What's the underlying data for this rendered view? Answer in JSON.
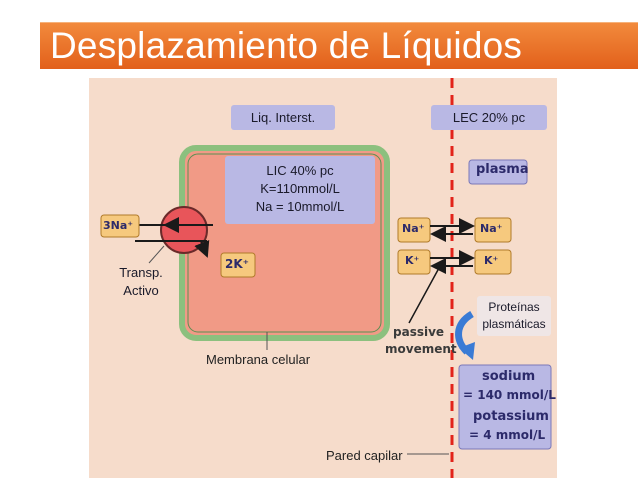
{
  "title": "Desplazamiento de Líquidos",
  "labels": {
    "liq_interst": "Liq. Interst.",
    "lec": "LEC 20% pc",
    "lic_line1": "LIC 40% pc",
    "lic_line2": "K=110mmol/L",
    "lic_line3": "Na = 10mmol/L",
    "transp_line1": "Transp.",
    "transp_line2": "Activo",
    "membrana": "Membrana celular",
    "pared": "Pared capilar",
    "proteinas_line1": "Proteínas",
    "proteinas_line2": "plasmáticas"
  },
  "figure_text": {
    "plasma": "plasma",
    "na3": "3Na⁺",
    "k2": "2K⁺",
    "na_left": "Na⁺",
    "na_right": "Na⁺",
    "k_left": "K⁺",
    "k_right": "K⁺",
    "passive_line1": "passive",
    "passive_line2": "movement",
    "sodium_line1": "sodium",
    "sodium_line2": "= 140 mmol/L",
    "sodium_line3": "potassium",
    "sodium_line4": "= 4 mmol/L"
  },
  "colors": {
    "title_bg": "#e9702a",
    "panel_bg": "#f6dccb",
    "cell_fill": "#f19a86",
    "membrane": "#8cc07e",
    "ion_box": "#f6c97e",
    "plasma_box": "#b9b8e4",
    "capillary_wall": "#e2231a",
    "pump": "#e8555a"
  }
}
